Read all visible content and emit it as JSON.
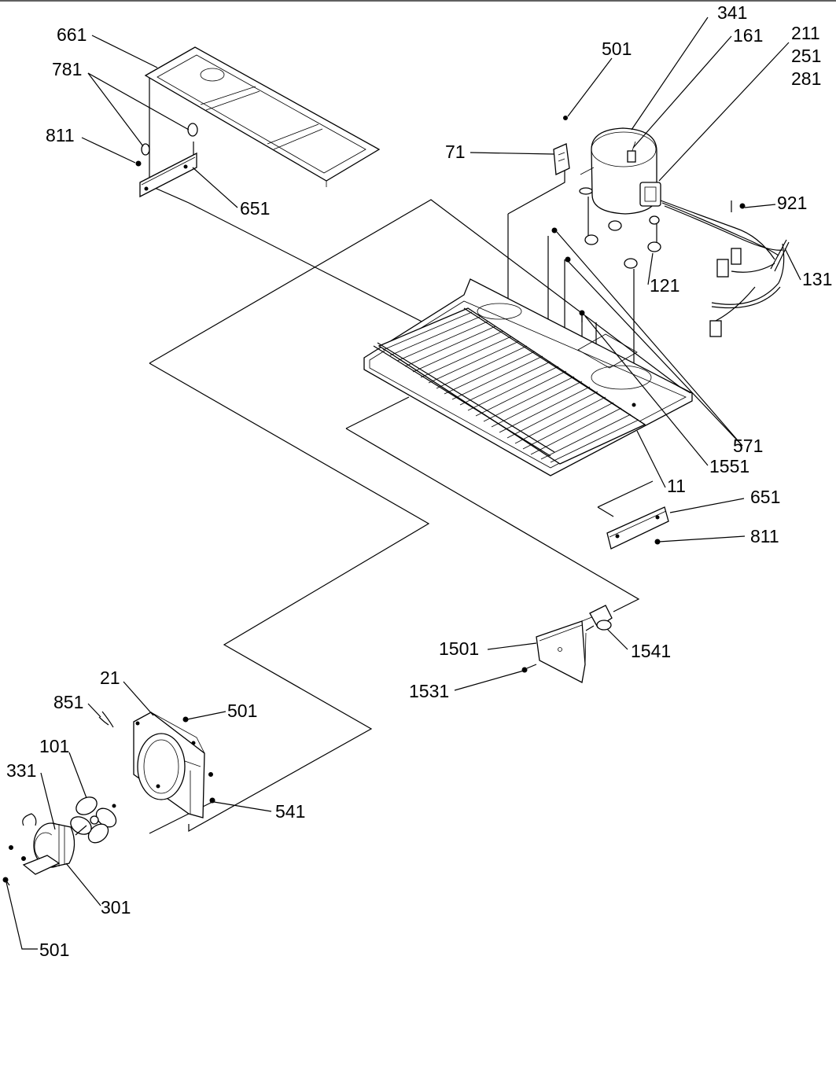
{
  "callouts": [
    {
      "id": "661"
    },
    {
      "id": "781"
    },
    {
      "id": "811"
    },
    {
      "id": "651"
    },
    {
      "id": "501"
    },
    {
      "id": "71"
    },
    {
      "id": "341"
    },
    {
      "id": "161"
    },
    {
      "id": "211"
    },
    {
      "id": "251"
    },
    {
      "id": "281"
    },
    {
      "id": "921"
    },
    {
      "id": "121"
    },
    {
      "id": "131"
    },
    {
      "id": "571"
    },
    {
      "id": "1551"
    },
    {
      "id": "11"
    },
    {
      "id": "651"
    },
    {
      "id": "811"
    },
    {
      "id": "1501"
    },
    {
      "id": "1541"
    },
    {
      "id": "1531"
    },
    {
      "id": "21"
    },
    {
      "id": "501"
    },
    {
      "id": "851"
    },
    {
      "id": "101"
    },
    {
      "id": "331"
    },
    {
      "id": "541"
    },
    {
      "id": "301"
    },
    {
      "id": "501"
    }
  ]
}
